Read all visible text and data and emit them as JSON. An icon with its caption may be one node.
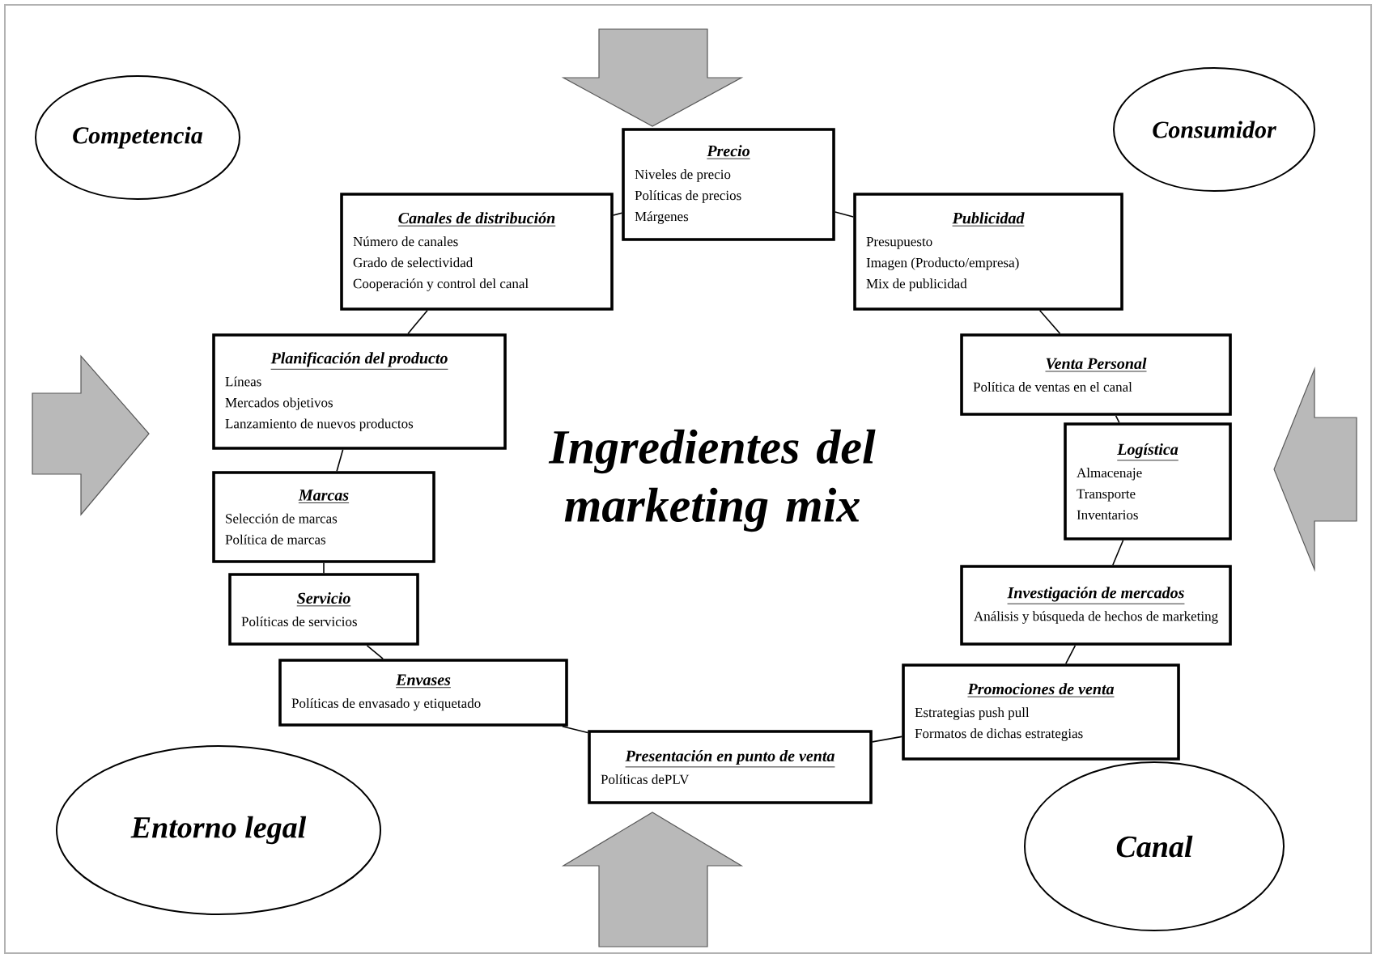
{
  "diagram": {
    "title": "Ingredientes del marketing mix",
    "nodes": [
      {
        "text": [
          "Competencia"
        ]
      },
      {
        "text": [
          "Precio",
          "Niveles de precio",
          "Políticas de precios",
          "Márgenes"
        ]
      },
      {
        "text": [
          "Consumidor"
        ]
      },
      {
        "text": [
          "Canales de distribución",
          "Número de canales",
          "Grado de selectividad",
          "Cooperación y control del canal"
        ]
      },
      {
        "text": [
          "Publicidad",
          "Presupuesto",
          "Imagen (Producto/empresa)",
          "Mix de publicidad"
        ]
      },
      {
        "text": [
          "Planificación del producto",
          "Líneas",
          "Mercados objetivos",
          "Lanzamiento de nuevos productos"
        ]
      },
      {
        "text": [
          "Venta Personal",
          "Política de ventas en el canal"
        ]
      },
      {
        "text": [
          "Logística",
          "Almacenaje",
          "Transporte",
          "Inventarios"
        ]
      },
      {
        "text": [
          "Marcas",
          "Selección de marcas",
          "Política de marcas"
        ]
      },
      {
        "text": [
          "Investigación de mercados",
          "Análisis y búsqueda de hechos de marketing"
        ]
      },
      {
        "text": [
          "Servicio",
          "Políticas de servicios"
        ]
      },
      {
        "text": [
          "Envases",
          "Políticas de envasado y etiquetado"
        ]
      },
      {
        "text": [
          "Promociones de venta",
          "Estrategias push pull",
          "Formatos de dichas estrategias"
        ]
      },
      {
        "text": [
          "Presentación en punto de venta",
          "Políticas dePLV"
        ]
      },
      {
        "text": [
          "Entorno legal"
        ]
      },
      {
        "text": [
          "Canal"
        ]
      }
    ],
    "edges": [
      {
        "from": 1,
        "to": 3,
        "arrow": "none"
      },
      {
        "from": 3,
        "to": 5,
        "arrow": "none"
      },
      {
        "from": 5,
        "to": 8,
        "arrow": "none"
      },
      {
        "from": 8,
        "to": 10,
        "arrow": "none"
      },
      {
        "from": 10,
        "to": 11,
        "arrow": "none"
      },
      {
        "from": 11,
        "to": 13,
        "arrow": "none"
      },
      {
        "from": 13,
        "to": 12,
        "arrow": "none"
      },
      {
        "from": 12,
        "to": 9,
        "arrow": "none"
      },
      {
        "from": 9,
        "to": 7,
        "arrow": "none"
      },
      {
        "from": 7,
        "to": 6,
        "arrow": "none"
      },
      {
        "from": 6,
        "to": 4,
        "arrow": "none"
      },
      {
        "from": 4,
        "to": 1,
        "arrow": "none"
      }
    ]
  }
}
